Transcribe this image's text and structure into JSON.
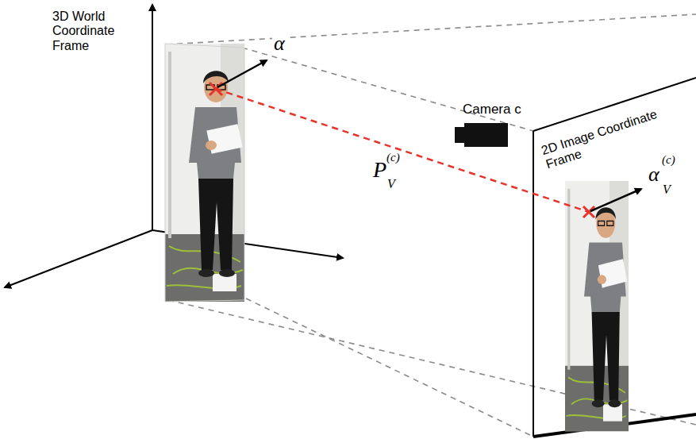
{
  "diagram": {
    "labels": [
      "3D World Coordinate Frame",
      "α",
      "Camera c",
      "2D Image Coordinate Frame",
      "P",
      "V",
      "(c)",
      "α",
      "V",
      "(c)"
    ]
  }
}
